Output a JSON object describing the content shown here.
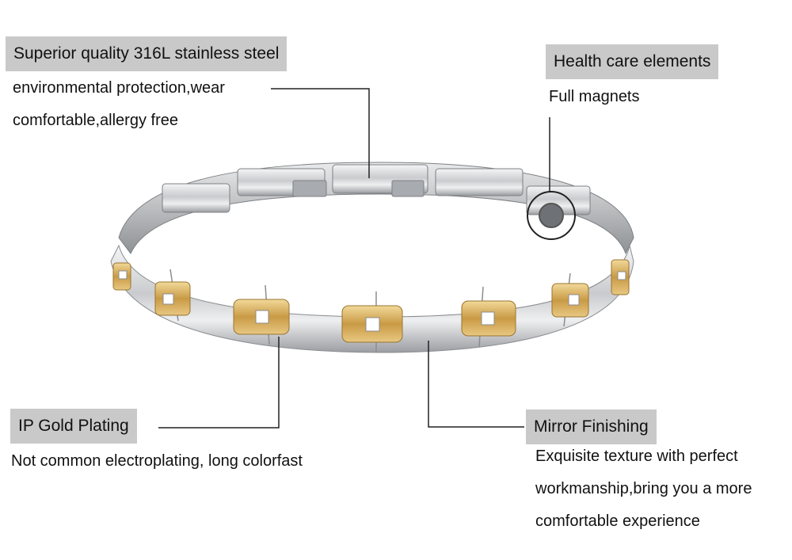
{
  "features": {
    "steel": {
      "label": "Superior quality 316L stainless steel",
      "lines": [
        "environmental protection,wear",
        "comfortable,allergy free"
      ]
    },
    "health": {
      "label": "Health care elements",
      "lines": [
        "Full magnets"
      ]
    },
    "gold": {
      "label": "IP Gold Plating",
      "lines": [
        "Not common electroplating, long colorfast"
      ]
    },
    "mirror": {
      "label": "Mirror Finishing",
      "lines": [
        "Exquisite texture with perfect",
        "workmanship,bring you a more",
        "comfortable experience"
      ]
    }
  },
  "colors": {
    "label_bg": "#c9c9c9",
    "steel": "#d9dadc",
    "gold": "#d8b468",
    "callout_line": "#222222"
  }
}
